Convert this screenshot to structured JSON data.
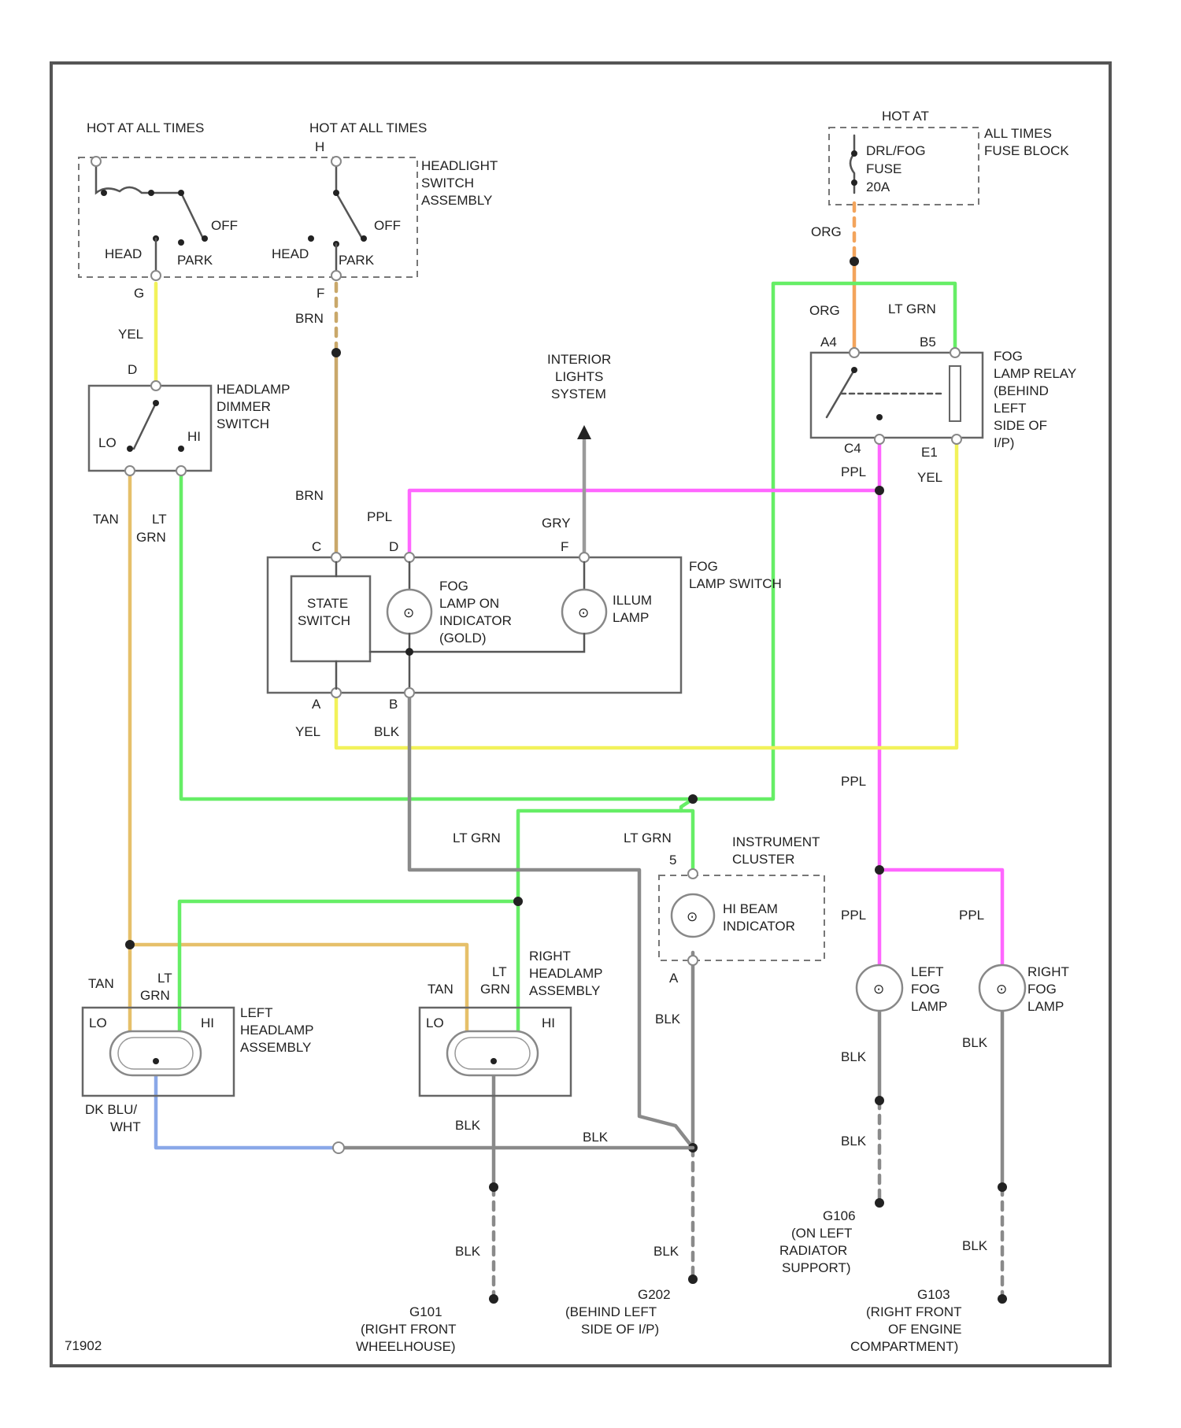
{
  "diagram_code": "71902",
  "switch": {
    "hot_left": "HOT AT ALL TIMES",
    "hot_right": "HOT AT ALL TIMES",
    "assembly": [
      "HEADLIGHT",
      "SWITCH",
      "ASSEMBLY"
    ],
    "head": "HEAD",
    "park": "PARK",
    "off": "OFF",
    "pin_left": "G",
    "pin_right": "F",
    "pin_top": "H"
  },
  "fuse": {
    "hot": "HOT AT",
    "all_times": "ALL TIMES",
    "fuse_block": "FUSE BLOCK",
    "fuse_lines": [
      "DRL/FOG",
      "FUSE",
      "20A"
    ]
  },
  "dimmer": {
    "label": [
      "HEADLAMP",
      "DIMMER",
      "SWITCH"
    ],
    "lo": "LO",
    "hi": "HI",
    "pin_d": "D"
  },
  "relay": {
    "label": [
      "FOG",
      "LAMP RELAY",
      "(BEHIND",
      "LEFT",
      "SIDE OF",
      "I/P)"
    ],
    "pin_a4": "A4",
    "pin_b5": "B5",
    "pin_c4": "C4",
    "pin_e1": "E1"
  },
  "interior": [
    "INTERIOR",
    "LIGHTS",
    "SYSTEM"
  ],
  "fog_switch": {
    "label": [
      "FOG",
      "LAMP SWITCH"
    ],
    "state": [
      "STATE",
      "SWITCH"
    ],
    "indicator": [
      "FOG",
      "LAMP ON",
      "INDICATOR",
      "(GOLD)"
    ],
    "illum": [
      "ILLUM",
      "LAMP"
    ],
    "pin_c": "C",
    "pin_d": "D",
    "pin_f": "F",
    "pin_a": "A",
    "pin_b": "B"
  },
  "cluster": {
    "label": [
      "INSTRUMENT",
      "CLUSTER"
    ],
    "indicator": [
      "HI BEAM",
      "INDICATOR"
    ],
    "pin_top": "5",
    "pin_bottom": "A"
  },
  "left_headlamp": {
    "label": [
      "LEFT",
      "HEADLAMP",
      "ASSEMBLY"
    ],
    "lo": "LO",
    "hi": "HI",
    "wire": [
      "DK BLU/",
      "WHT"
    ]
  },
  "right_headlamp": {
    "label": [
      "RIGHT",
      "HEADLAMP",
      "ASSEMBLY"
    ],
    "lo": "LO",
    "hi": "HI"
  },
  "left_fog": [
    "LEFT",
    "FOG",
    "LAMP"
  ],
  "right_fog": [
    "RIGHT",
    "FOG",
    "LAMP"
  ],
  "wires": {
    "yel": "YEL",
    "brn": "BRN",
    "org": "ORG",
    "lt": "LT",
    "grn": "GRN",
    "lt_grn": "LT GRN",
    "tan": "TAN",
    "ppl": "PPL",
    "gry": "GRY",
    "blk": "BLK"
  },
  "grounds": {
    "g101": [
      "G101",
      "(RIGHT FRONT",
      "WHEELHOUSE)"
    ],
    "g202": [
      "G202",
      "(BEHIND LEFT",
      "SIDE OF I/P)"
    ],
    "g106": [
      "G106",
      "(ON LEFT",
      "RADIATOR",
      "SUPPORT)"
    ],
    "g103": [
      "G103",
      "(RIGHT FRONT",
      "OF ENGINE",
      "COMPARTMENT)"
    ]
  }
}
